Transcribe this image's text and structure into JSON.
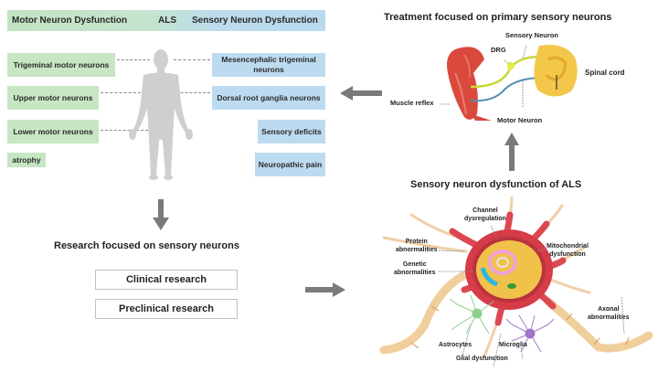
{
  "header": {
    "left": "Motor Neuron Dysfunction",
    "center": "ALS",
    "right": "Sensory Neuron Dysfunction"
  },
  "motor_boxes": [
    "Trigeminal motor neurons",
    "Upper motor neurons",
    "Lower motor neurons",
    "atrophy"
  ],
  "sensory_boxes": [
    "Mesencephalic trigeminal neurons",
    "Dorsal root ganglia neurons",
    "Sensory deficits",
    "Neuropathic pain"
  ],
  "research": {
    "title": "Research focused on sensory neurons",
    "items": [
      "Clinical  research",
      "Preclinical  research"
    ]
  },
  "treatment": {
    "title": "Treatment focused on primary sensory neurons",
    "labels": {
      "sensory_neuron": "Sensory Neuron",
      "drg": "DRG",
      "spinal_cord": "Spinal cord",
      "muscle_reflex": "Muscle reflex",
      "motor_neuron": "Motor Neuron"
    }
  },
  "dysfunction": {
    "title": "Sensory neuron dysfunction of ALS",
    "labels": {
      "channel_1": "Channel",
      "channel_2": "dysregulation",
      "protein_1": "Protein",
      "protein_2": "abnormalities",
      "genetic_1": "Genetic",
      "genetic_2": "abnormalities",
      "mito_1": "Mitochondrial",
      "mito_2": "dysfunction",
      "axonal_1": "Axonal",
      "axonal_2": "abnormalities",
      "astrocytes": "Astrocytes",
      "microglia": "Microglia",
      "glial": "Glial dysfunction"
    }
  },
  "colors": {
    "motor_green": "#c7e6c4",
    "sensory_blue": "#bddbf0",
    "arrow_gray": "#7a7a7a",
    "neuron_red": "#d9414a",
    "axon_tan": "#f3d2a2"
  }
}
